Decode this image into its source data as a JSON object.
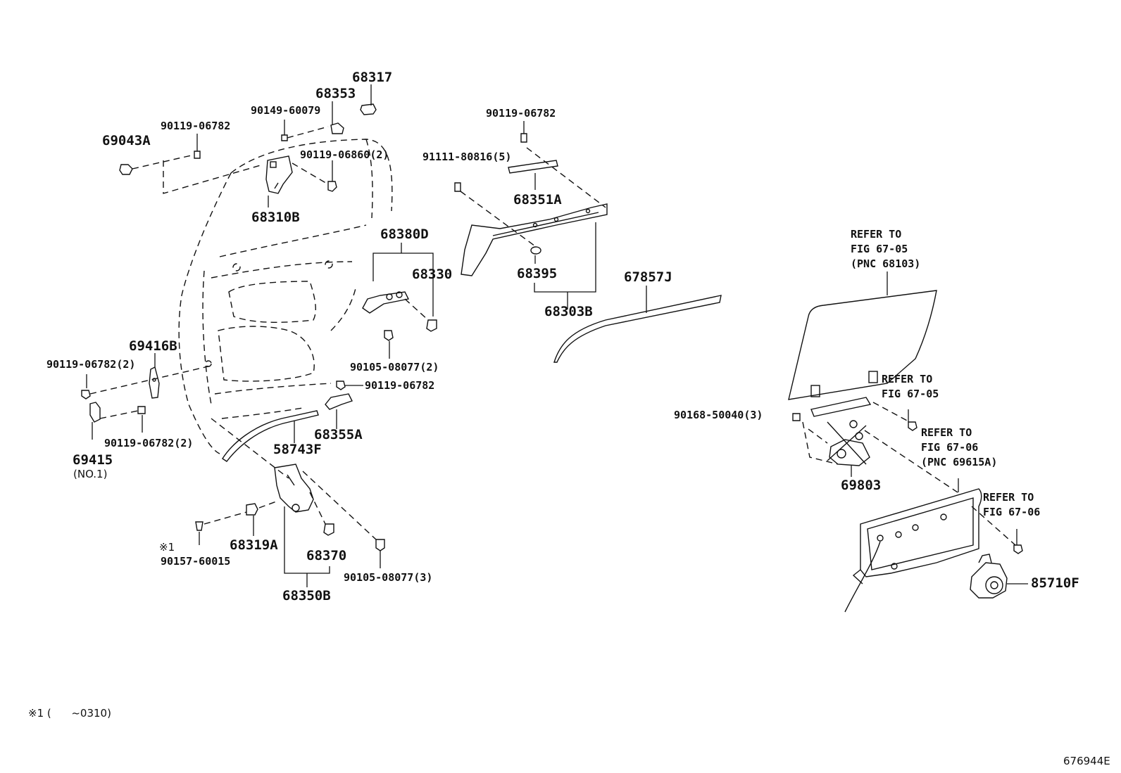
{
  "diagram_id": "676944E",
  "footnote": "※1 (      ~0310)",
  "labels": {
    "p68317": "68317",
    "p68353": "68353",
    "p90149_60079": "90149-60079",
    "p90119_06782_a": "90119-06782",
    "p69043A": "69043A",
    "p90119_06860": "90119-06860(2)",
    "p68310B": "68310B",
    "p90119_06782_b": "90119-06782",
    "p91111_80816": "91111-80816(5)",
    "p68351A": "68351A",
    "p68380D": "68380D",
    "p68330": "68330",
    "p68395": "68395",
    "p68303B": "68303B",
    "p67857J": "67857J",
    "p69416B": "69416B",
    "p90119_06782_2a": "90119-06782(2)",
    "p90105_08077_2": "90105-08077(2)",
    "p90119_06782_c": "90119-06782",
    "p68355A": "68355A",
    "p58743F": "58743F",
    "p90119_06782_2b": "90119-06782(2)",
    "p69415": "69415",
    "p69415_no": "(NO.1)",
    "p_mark1": "※1",
    "p90157_60015": "90157-60015",
    "p68319A": "68319A",
    "p68370": "68370",
    "p90105_08077_3": "90105-08077(3)",
    "p68350B": "68350B",
    "p90168_50040": "90168-50040(3)",
    "p69803": "69803",
    "p85710F": "85710F"
  },
  "refs": {
    "ref1": [
      "REFER TO",
      "FIG 67-05",
      "(PNC 68103)"
    ],
    "ref2": [
      "REFER TO",
      "FIG 67-05"
    ],
    "ref3": [
      "REFER TO",
      "FIG 67-06",
      "(PNC 69615A)"
    ],
    "ref4": [
      "REFER TO",
      "FIG 67-06"
    ]
  }
}
